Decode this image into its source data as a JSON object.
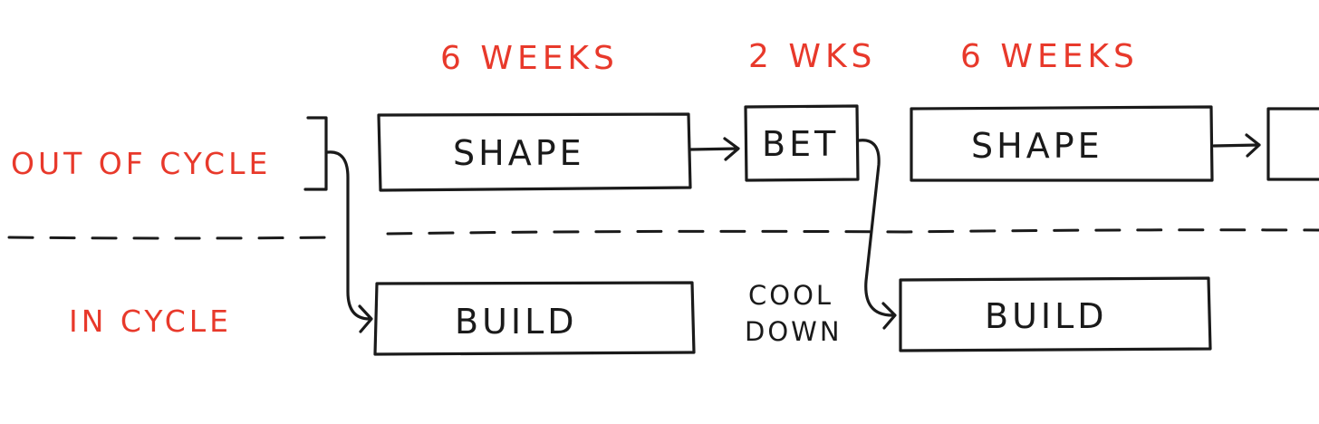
{
  "headers": {
    "shape1": "6 WEEKS",
    "bet": "2 WKS",
    "shape2": "6 WEEKS"
  },
  "rows": {
    "out_of_cycle": "OUT OF CYCLE",
    "in_cycle": "IN CYCLE"
  },
  "boxes": {
    "shape1": "SHAPE",
    "bet": "BET",
    "shape2": "SHAPE",
    "build1": "BUILD",
    "build2": "BUILD"
  },
  "cooldown": {
    "line1": "COOL",
    "line2": "DOWN"
  },
  "colors": {
    "label": "#e8392b",
    "ink": "#1a1a1a"
  }
}
